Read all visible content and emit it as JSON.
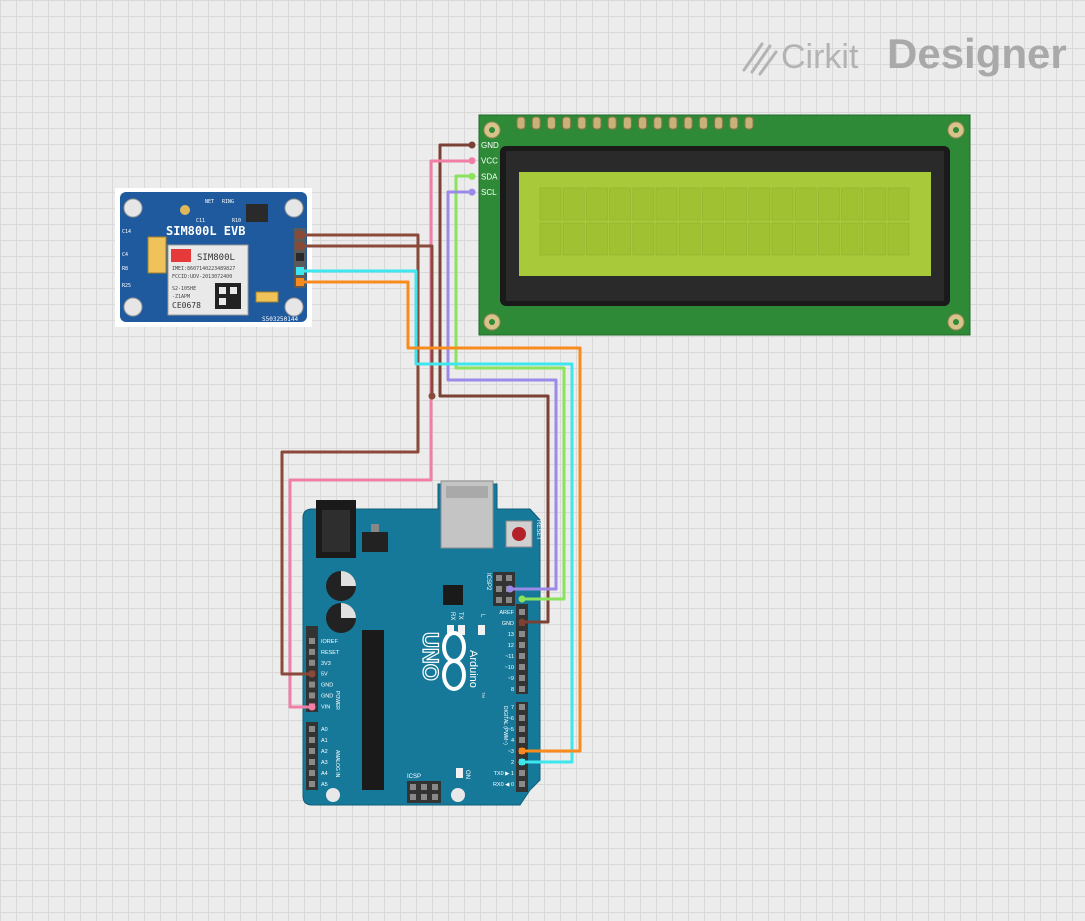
{
  "brand": {
    "name_part1": "Cirkit",
    "name_part2": "Designer",
    "icon": "cirkit-logo-icon"
  },
  "lcd": {
    "pins": [
      "GND",
      "VCC",
      "SDA",
      "SCL"
    ]
  },
  "sim800l": {
    "board_title": "SIM800L EVB",
    "chip_label": "SIM800L",
    "chip_text": [
      "IMEI:8607140223489827",
      "FCCID:UDV-2013072400",
      "S2-105HE",
      "-Z1APM"
    ],
    "ce_mark": "CE0678",
    "marks": [
      "C14",
      "C4",
      "R8",
      "R25",
      "NET",
      "RING",
      "C11",
      "R10"
    ],
    "serial": "S503250144"
  },
  "arduino": {
    "logo_text": "Arduino",
    "model": "UNO",
    "reset_label": "RESET",
    "icsp2_label": "ICSP2",
    "icsp_label": "ICSP",
    "tx_label": "TX",
    "rx_label": "RX",
    "l_label": "L",
    "on_label": "ON",
    "tm": "TM",
    "power_header_label": "POWER",
    "analog_header_label": "ANALOG IN",
    "digital_header_label": "DIGITAL (PWM~)",
    "power_pins": [
      "IOREF",
      "RESET",
      "3V3",
      "5V",
      "GND",
      "GND",
      "VIN"
    ],
    "analog_pins": [
      "A0",
      "A1",
      "A2",
      "A3",
      "A4",
      "A5"
    ],
    "digital_top": [
      "AREF",
      "GND",
      "13",
      "12",
      "~11",
      "~10",
      "~9",
      "8"
    ],
    "digital_bottom": [
      "7",
      "~6",
      "~5",
      "4",
      "~3",
      "2",
      "TX0 ▶ 1",
      "RX0 ◀ 0"
    ]
  },
  "wire_colors": {
    "gnd": "#7a4134",
    "vcc": "#f07ea6",
    "sda": "#8ae25d",
    "scl": "#9b8ae8",
    "rx": "#3ee6ee",
    "tx": "#f98b1e",
    "sim_gnd": "#8a4a3a"
  }
}
